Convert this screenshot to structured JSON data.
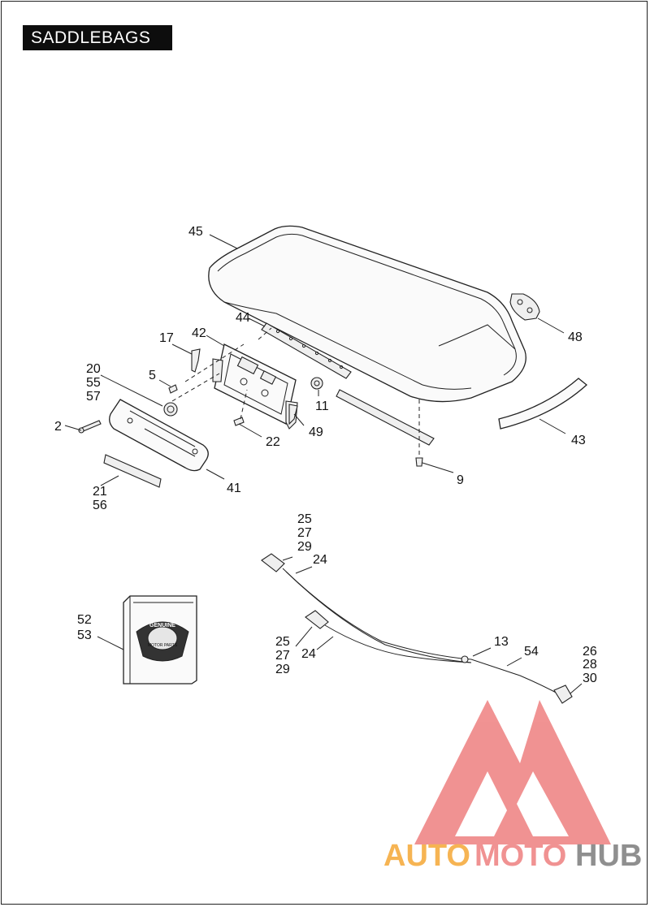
{
  "title": "SADDLEBAGS",
  "colors": {
    "title_bg": "#0d0d0d",
    "title_fg": "#ffffff",
    "logo_red": "#f08d8d",
    "logo_orange": "#f6b04a",
    "logo_gray": "#8a8a8a"
  },
  "callouts": {
    "c45": "45",
    "c44": "44",
    "c42": "42",
    "c17": "17",
    "c48": "48",
    "c20": "20",
    "c55": "55",
    "c57": "57",
    "c5": "5",
    "c11": "11",
    "c2": "2",
    "c22": "22",
    "c49": "49",
    "c43": "43",
    "c9": "9",
    "c41": "41",
    "c21": "21",
    "c56": "56",
    "c25a": "25",
    "c27a": "27",
    "c29a": "29",
    "c24a": "24",
    "c52": "52",
    "c53": "53",
    "c25b": "25",
    "c27b": "27",
    "c29b": "29",
    "c24b": "24",
    "c13": "13",
    "c54": "54",
    "c26": "26",
    "c28": "28",
    "c30": "30"
  },
  "kit_box": {
    "line1": "GENUINE",
    "line2": "MOTOR PARTS"
  },
  "watermark": {
    "part1": "AUTO",
    "part2": "MOTO",
    "part3": "HUB"
  }
}
